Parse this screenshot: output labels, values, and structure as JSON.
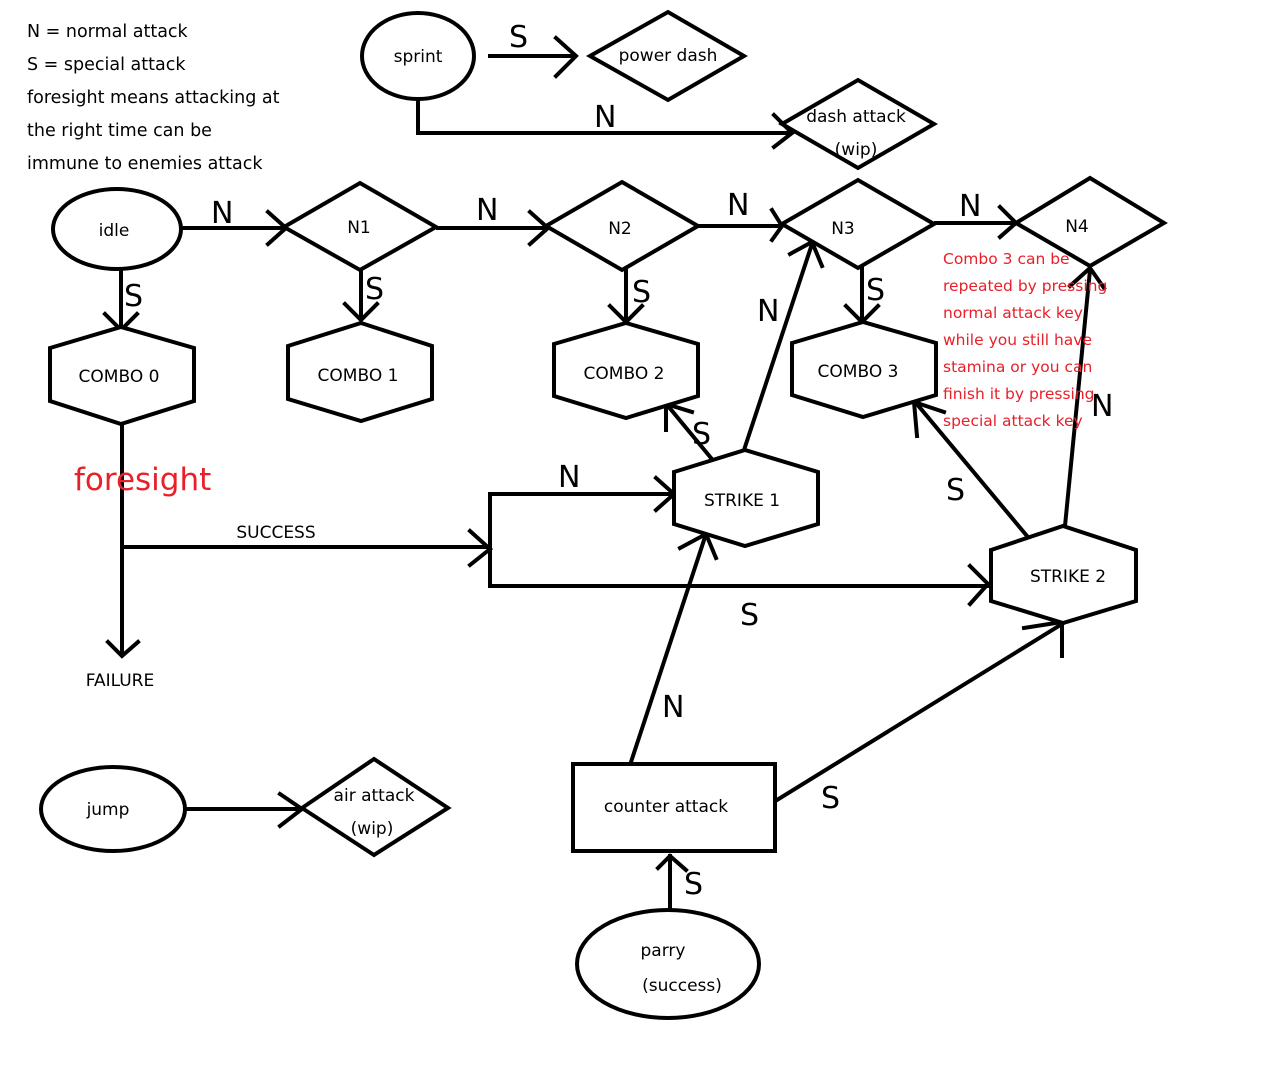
{
  "legend": {
    "lines": [
      "N = normal attack",
      "S = special attack",
      "foresight means attacking at",
      "the right time can be",
      "immune to enemies attack"
    ]
  },
  "colors": {
    "annotation": "#e8202a",
    "stroke": "#000000"
  },
  "nodes": {
    "sprint": "sprint",
    "power_dash": "power dash",
    "dash_attack": [
      "dash attack",
      "(wip)"
    ],
    "idle": "idle",
    "n1": "N1",
    "n2": "N2",
    "n3": "N3",
    "n4": "N4",
    "combo0": "COMBO 0",
    "combo1": "COMBO 1",
    "combo2": "COMBO 2",
    "combo3": "COMBO 3",
    "strike1": "STRIKE 1",
    "strike2": "STRIKE 2",
    "failure": "FAILURE",
    "success": "SUCCESS",
    "jump": "jump",
    "air_attack": [
      "air attack",
      "(wip)"
    ],
    "counter_attack": "counter attack",
    "parry": [
      "parry",
      "(success)"
    ]
  },
  "edge_labels": {
    "sprint_power_dash": "S",
    "sprint_dash_attack": "N",
    "idle_n1": "N",
    "n1_n2": "N",
    "n2_n3": "N",
    "n3_n4": "N",
    "idle_combo0": "S",
    "n1_combo1": "S",
    "n2_combo2": "S",
    "n3_combo3": "S",
    "strike1_n3": "N",
    "strike1_combo2": "S",
    "success_strike1": "N",
    "success_strike2": "S",
    "strike2_combo3": "S",
    "strike2_n4": "N",
    "counter_strike1": "N",
    "counter_strike2": "S",
    "parry_counter": "S"
  },
  "annotations": {
    "foresight": "foresight",
    "combo3_note": "Combo 3 can be repeated by pressing normal attack key while you still have stamina or you can finish it by pressing special attack key"
  }
}
